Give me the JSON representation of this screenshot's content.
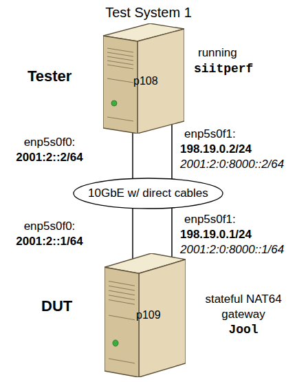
{
  "diagram": {
    "title": "Test System 1",
    "nodes": [
      {
        "text": [
          "p108"
        ]
      },
      {
        "text": [
          "10GbE w/ direct cables"
        ]
      },
      {
        "text": [
          "p109"
        ]
      }
    ],
    "edges": [
      {
        "from": 0,
        "to": 1,
        "arrow": "none"
      },
      {
        "from": 0,
        "to": 1,
        "arrow": "none"
      },
      {
        "from": 1,
        "to": 2,
        "arrow": "none"
      },
      {
        "from": 1,
        "to": 2,
        "arrow": "none"
      }
    ],
    "labels": [
      "Tester",
      "running",
      "siitperf",
      "enp5s0f0:",
      "2001:2::2/64",
      "enp5s0f1:",
      "198.19.0.2/24",
      "2001:2:0:8000::2/64",
      "enp5s0f0:",
      "2001:2::1/64",
      "enp5s0f1:",
      "198.19.0.1/24",
      "2001:2:0:8000::1/64",
      "DUT",
      "stateful NAT64",
      "gateway",
      "Jool"
    ]
  }
}
